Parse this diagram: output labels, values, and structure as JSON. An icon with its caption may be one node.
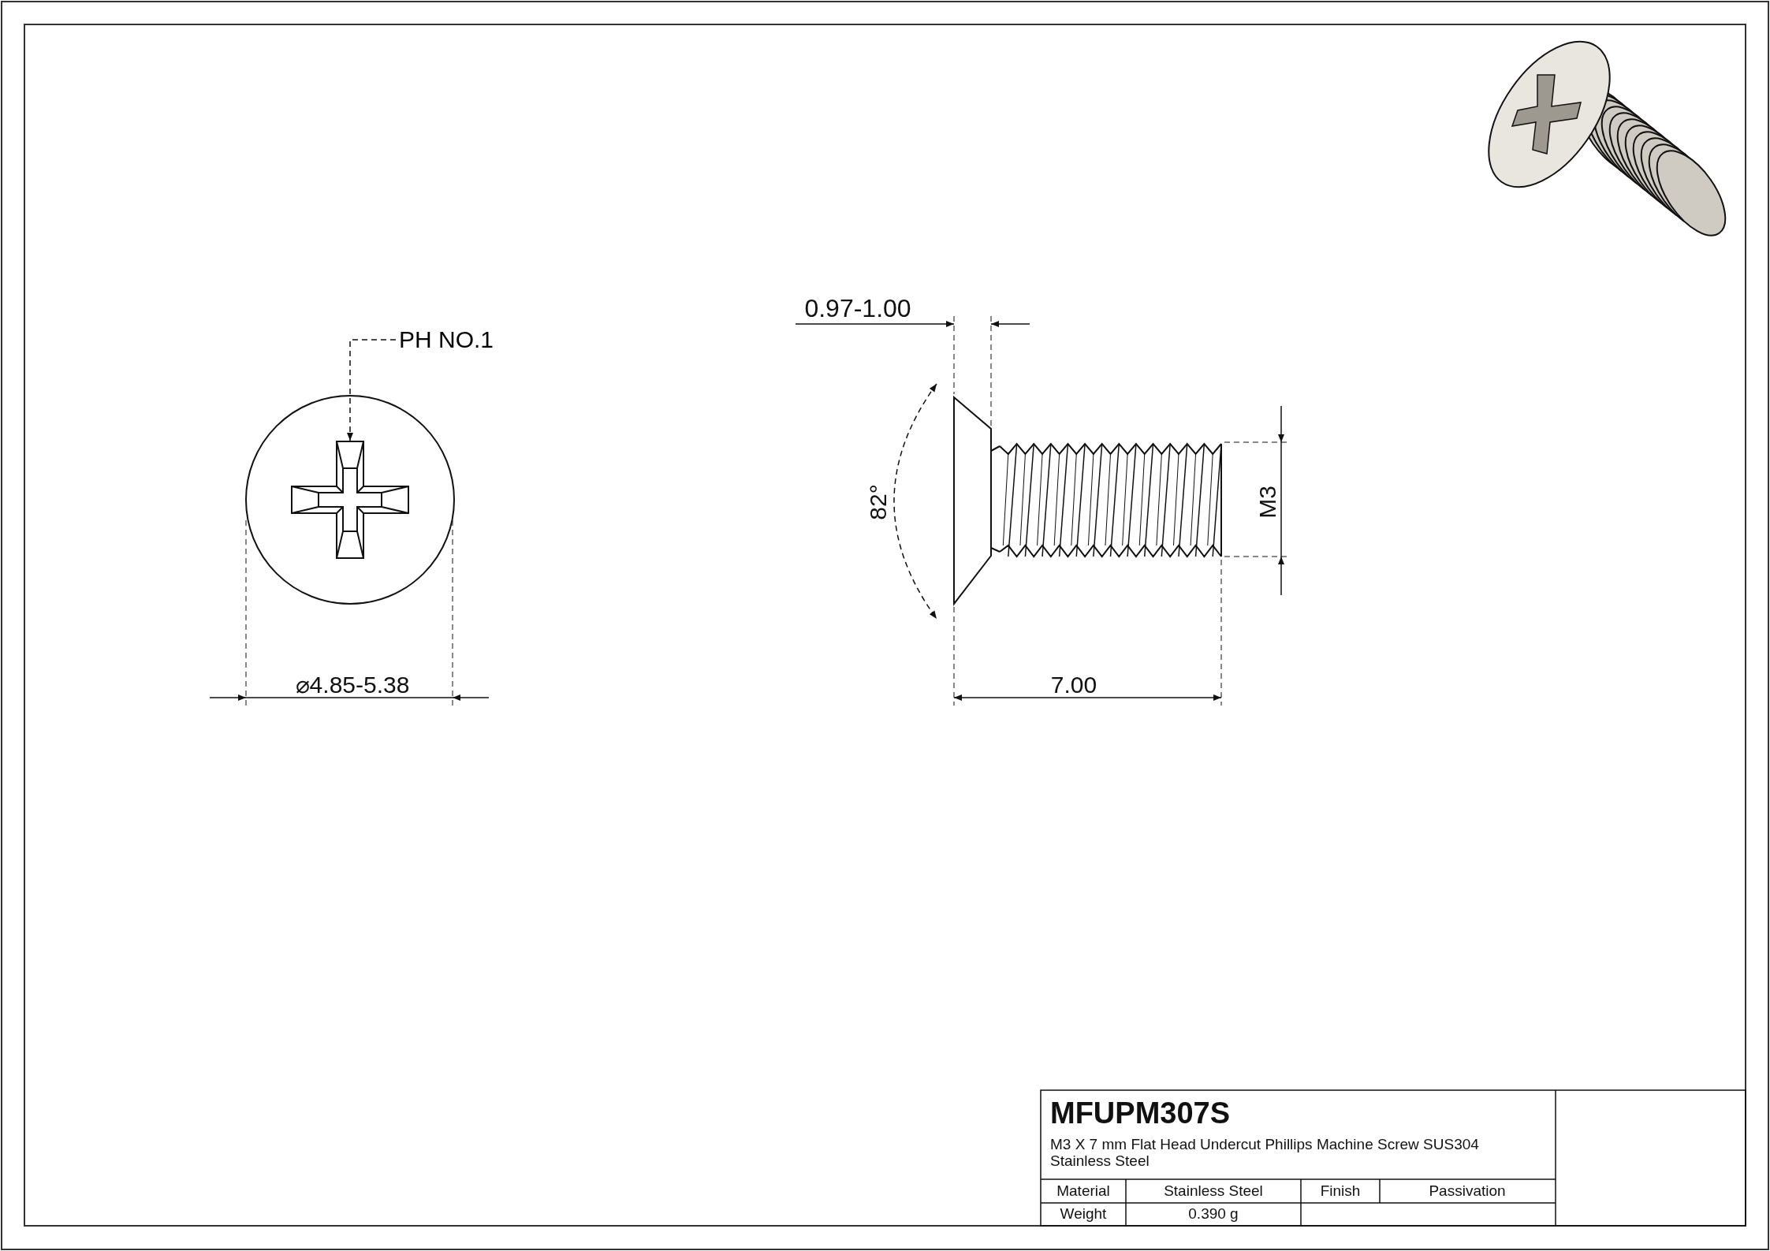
{
  "diagram": {
    "nodes": [
      {
        "text": [
          "PH NO.1"
        ]
      },
      {
        "text": [],
        "shape": "picture"
      }
    ],
    "edges": [
      {
        "from": 0,
        "to": 1,
        "arrow": "to",
        "style": "dashed"
      }
    ],
    "labels": [
      "0.97-1.00",
      "82°",
      "M3",
      "⌀4.85-5.38",
      "7.00",
      "MFUPM307S",
      "M3 X 7 mm Flat Head Undercut Phillips Machine Screw SUS304 Stainless Steel",
      "Material",
      "Stainless Steel",
      "Finish",
      "Passivation",
      "Weight",
      "0.390 g"
    ]
  }
}
